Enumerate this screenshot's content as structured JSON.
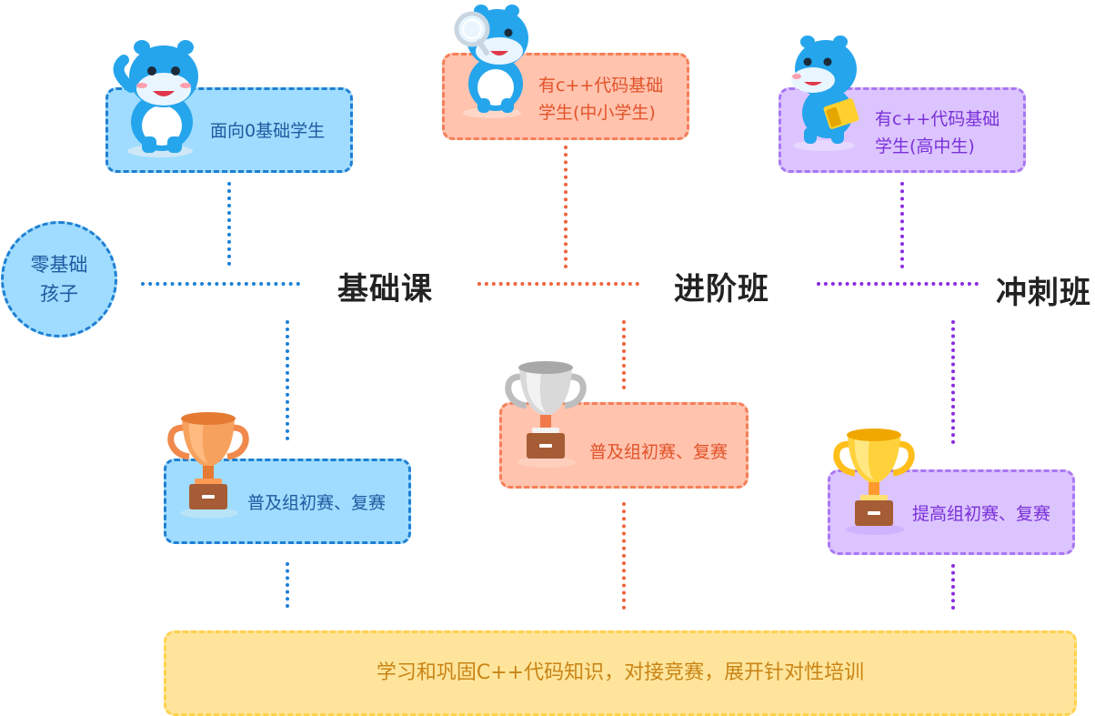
{
  "start": {
    "line1": "零基础",
    "line2": "孩子"
  },
  "stages": [
    {
      "title": "基础课",
      "audience": "面向0基础学生",
      "contest": "普及组初赛、复赛"
    },
    {
      "title": "进阶班",
      "audience_line1": "有c++代码基础",
      "audience_line2": "学生(中小学生)",
      "contest": "普及组初赛、复赛"
    },
    {
      "title": "冲刺班",
      "audience_line1": "有c++代码基础",
      "audience_line2": "学生(高中生)",
      "contest": "提高组初赛、复赛"
    }
  ],
  "summary": "学习和巩固C++代码知识，对接竞赛，展开针对性培训",
  "icons": [
    "hippo-mascot-wave-icon",
    "hippo-mascot-magnifier-icon",
    "hippo-mascot-book-icon",
    "bronze-trophy-icon",
    "silver-trophy-icon",
    "gold-trophy-icon"
  ],
  "colors": {
    "blue": "#1f7fd2",
    "orange": "#f0623a",
    "purple": "#8a2be2",
    "yellow": "#ffd24d"
  }
}
